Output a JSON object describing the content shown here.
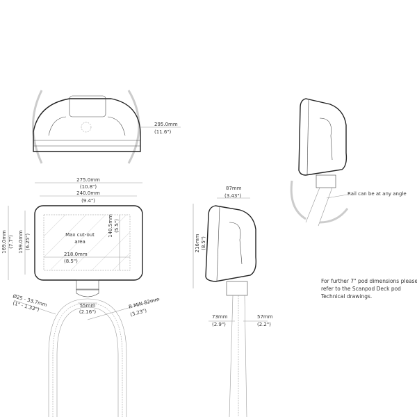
{
  "top_view": {
    "width_mm": "295.0mm",
    "width_in": "(11.6\")"
  },
  "front_view": {
    "outer_width_mm": "275.0mm",
    "outer_width_in": "(10.8\")",
    "inner_width_mm": "240.0mm",
    "inner_width_in": "(9.4\")",
    "outer_height_mm": "169.0mm",
    "outer_height_in": "(7.7\")",
    "inner_height_mm": "159.0mm",
    "inner_height_in": "(6.25\")",
    "cutout_height_mm": "140.5mm",
    "cutout_height_in": "(5.5\")",
    "cutout_width_mm": "218.0mm",
    "cutout_width_in": "(8.5\")",
    "cutout_label_1": "Max cut-out",
    "cutout_label_2": "area",
    "rail_diameter_mm": "Ø25 - 33.7mm",
    "rail_diameter_in": "(1\" - 1.33\")",
    "clamp_width_mm": "55mm",
    "clamp_width_in": "(2.16\")",
    "rail_radius_mm": "R MIN 82mm",
    "rail_radius_in": "(3.23\")"
  },
  "side_view": {
    "depth_mm": "87mm",
    "depth_in": "(3.43\")",
    "height_mm": "216mm",
    "height_in": "(8.5\")",
    "front_offset_mm": "73mm",
    "front_offset_in": "(2.9\")",
    "rear_offset_mm": "57mm",
    "rear_offset_in": "(2.2\")"
  },
  "angle_view": {
    "rail_note": "Rail can be at any angle"
  },
  "note": {
    "line1": "For further 7\" pod dimensions please",
    "line2": "refer to the Scanpod Deck pod",
    "line3": "Technical drawings."
  }
}
